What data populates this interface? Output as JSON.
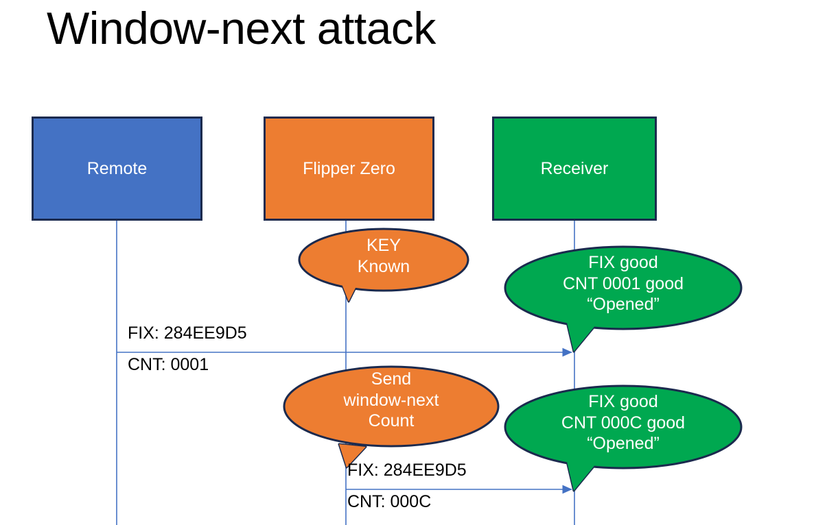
{
  "slide": {
    "title": "Window-next attack",
    "background": "#ffffff"
  },
  "colors": {
    "remote_fill": "#4472C4",
    "flipper_fill": "#ED7D31",
    "receiver_fill": "#00A850",
    "shape_border": "#1b2a4e",
    "lifeline": "#4472C4",
    "arrow": "#4472C4",
    "label_text": "#000000",
    "shape_text": "#ffffff"
  },
  "actors": [
    {
      "id": "remote",
      "label": "Remote",
      "fill": "#4472C4"
    },
    {
      "id": "flipper",
      "label": "Flipper Zero",
      "fill": "#ED7D31"
    },
    {
      "id": "receiver",
      "label": "Receiver",
      "fill": "#00A850"
    }
  ],
  "callouts": [
    {
      "id": "key-known",
      "owner": "flipper",
      "text": "KEY\nKnown",
      "fill": "#ED7D31"
    },
    {
      "id": "receiver-first",
      "owner": "receiver",
      "text": "FIX good\nCNT 0001 good\n“Opened”",
      "fill": "#00A850"
    },
    {
      "id": "send-window-next",
      "owner": "flipper",
      "text": "Send\nwindow-next\nCount",
      "fill": "#ED7D31"
    },
    {
      "id": "receiver-second",
      "owner": "receiver",
      "text": "FIX good\nCNT 000C good\n“Opened”",
      "fill": "#00A850"
    }
  ],
  "messages": [
    {
      "id": "msg-remote-to-receiver",
      "from": "remote",
      "to": "receiver",
      "label_above": "FIX: 284EE9D5",
      "label_below": "CNT: 0001"
    },
    {
      "id": "msg-flipper-to-receiver",
      "from": "flipper",
      "to": "receiver",
      "label_above": "FIX: 284EE9D5",
      "label_below": "CNT: 000C"
    }
  ]
}
